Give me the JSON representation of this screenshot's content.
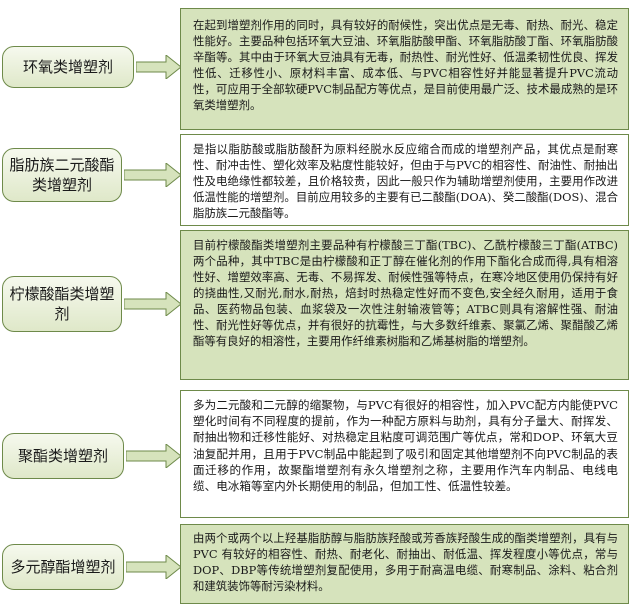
{
  "items": [
    {
      "label": "环氧类增塑剂",
      "description": "在起到增塑剂作用的同时，具有较好的耐候性，突出优点是无毒、耐热、耐光、稳定性能好。主要品种包括环氧大豆油、环氧脂肪酸甲酯、环氧脂肪酸丁酯、环氧脂肪酸辛酯等。其中由于环氧大豆油具有无毒，耐热性、耐光性好、低温柔韧性优良、挥发性低、迁移性小、原材料丰富、成本低、与PVC相容性好并能显著提升PVC流动性，可应用于全部软硬PVC制品配方等优点，是目前使用最广泛、技术最成熟的是环氧类增塑剂。"
    },
    {
      "label": "脂肪族二元酸酯类增塑剂",
      "description": "是指以脂肪酸或脂肪酸酐为原料经脱水反应缩合而成的增塑剂产品，其优点是耐寒性、耐冲击性、塑化效率及粘度性能较好，但由于与PVC的相容性、耐油性、耐抽出性及电绝缘性都较差，且价格较贵，因此一般只作为辅助增塑剂使用，主要用作改进低温性能的增塑剂。目前应用较多的主要有已二酸酯(DOA)、癸二酸酯(DOS)、混合脂肪族二元酸酯等。"
    },
    {
      "label": "柠檬酸酯类增塑剂",
      "description": "目前柠檬酸酯类增塑剂主要品种有柠檬酸三丁酯(TBC)、乙酰柠檬酸三丁酯(ATBC)两个品种，其中TBC是由柠檬酸和正丁醇在催化剂的作用下酯化合成而得,具有相溶性好、增塑效率高、无毒、不易挥发、耐候性强等特点，在寒冷地区使用仍保持有好的挠曲性,又耐光,耐水,耐热，焙封时热稳定性好而不变色,安全经久耐用，适用于食品、医药物品包装、血浆袋及一次性注射输液管等；ATBC则具有溶解性强、耐油性、耐光性好等优点，并有很好的抗霉性，与大多数纤维素、聚氯乙烯、聚醋酸乙烯酯等有良好的相溶性，主要用作纤维素树脂和乙烯基树脂的增塑剂。"
    },
    {
      "label": "聚酯类增塑剂",
      "description": "多为二元酸和二元醇的缩聚物，与PVC有很好的相容性，加入PVC配方内能使PVC塑化时间有不同程度的提前，作为一种配方原料与助剂，具有分子量大、耐挥发、耐抽出物和迁移性能好、对热稳定且粘度可调范围广等优点，常和DOP、环氧大豆油复配并用，且用于PVC制品中能起到了吸引和固定其他增塑剂不向PVC制品的表面迁移的作用，故聚酯增塑剂有永久增塑剂之称，主要用作汽车内制品、电线电缆、电冰箱等室内外长期使用的制品，但加工性、低温性较差。"
    },
    {
      "label": "多元醇酯增塑剂",
      "description": "由两个或两个以上羟基脂肪醇与脂肪族羟酸或芳香族羟酸生成的酯类增塑剂，具有与PVC 有较好的相容性、耐热、耐老化、耐抽出、耐低温、挥发程度小等优点，常与DOP、DBP等传统增塑剂复配使用，多用于耐高温电缆、耐寒制品、涂料、粘合剂和建筑装饰等耐污染材料。"
    }
  ],
  "colors": {
    "label_border": "#6e8a4a",
    "label_fill": "#dfe8c9",
    "arrow_fill": "#d6e3bc",
    "desc_dark": "#d6e3bc",
    "desc_light": "#ffffff"
  }
}
